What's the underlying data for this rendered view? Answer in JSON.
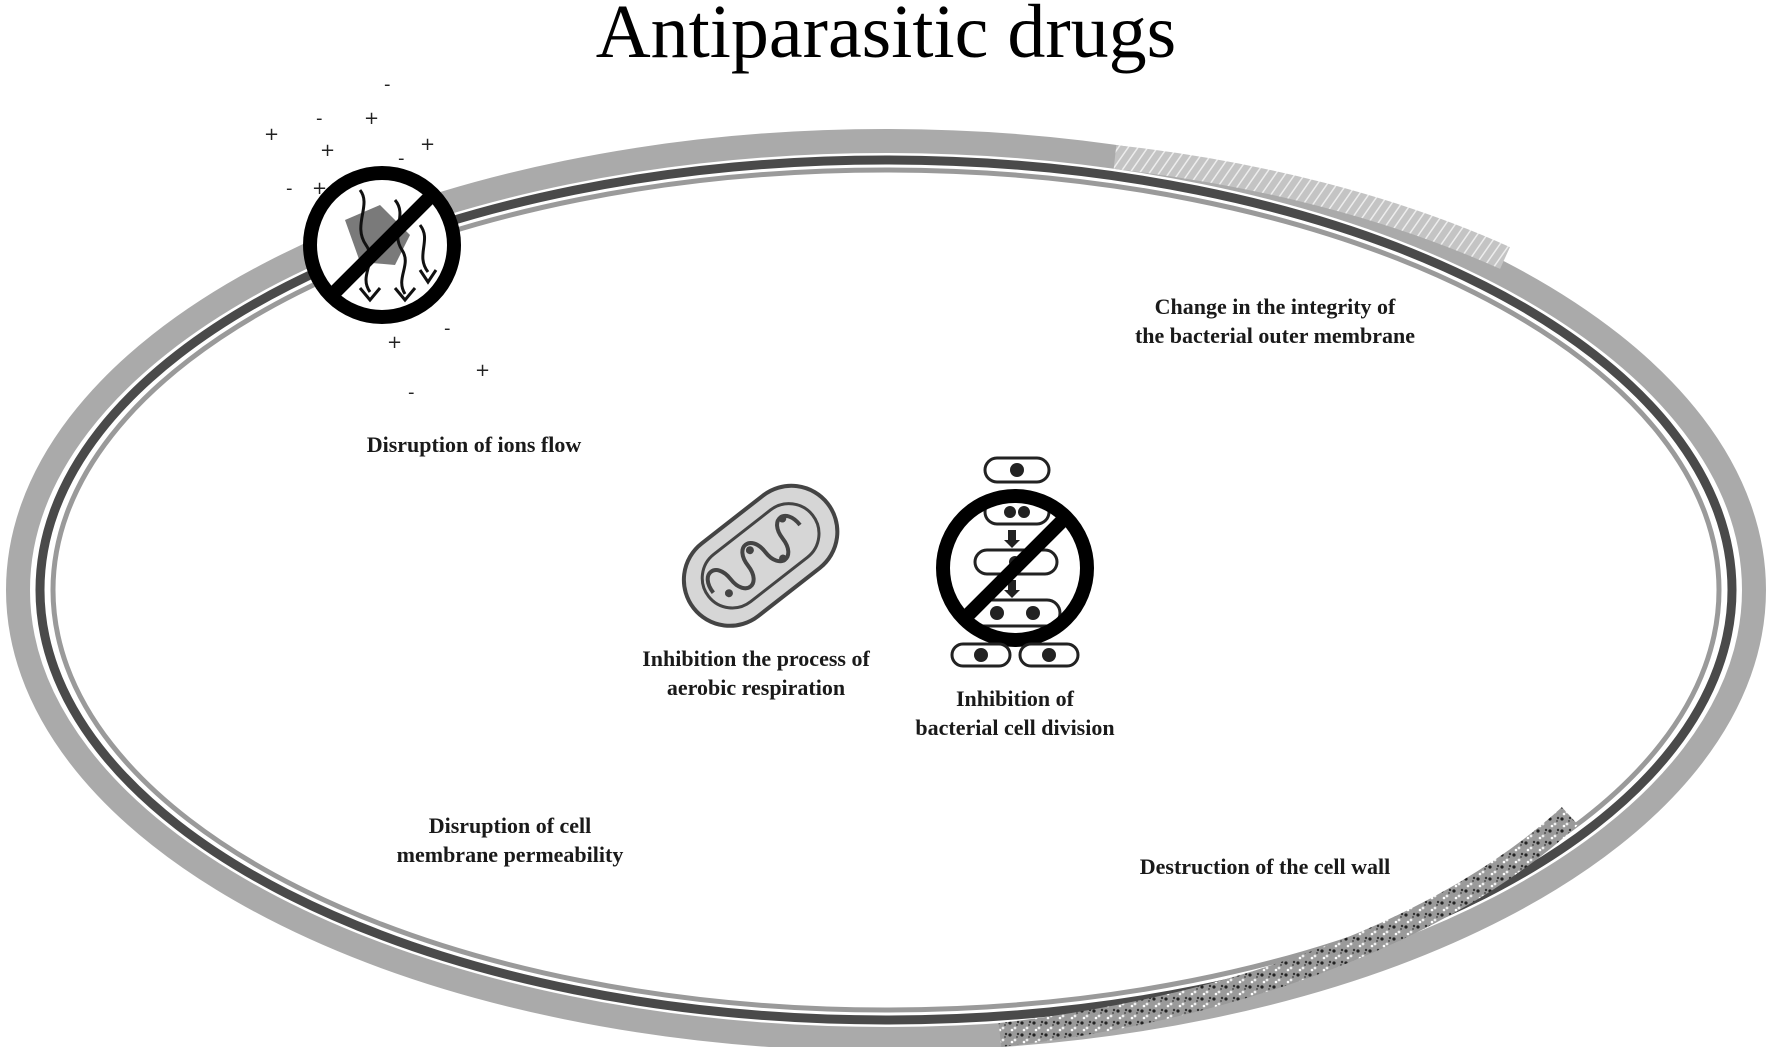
{
  "title": "Antiparasitic drugs",
  "labels": {
    "ions_flow": [
      "Disruption of ions flow"
    ],
    "outer_membrane": [
      "Change in the integrity of",
      "the bacterial outer membrane"
    ],
    "aerobic_respiration": [
      "Inhibition the process of",
      "aerobic respiration"
    ],
    "cell_division": [
      "Inhibition of",
      "bacterial cell division"
    ],
    "membrane_permeability": [
      "Disruption of cell",
      "membrane permeability"
    ],
    "cell_wall": [
      "Destruction of the cell wall"
    ]
  },
  "charges": [
    "-",
    "+",
    "-",
    "+",
    "+",
    "-",
    "+",
    "+",
    "-",
    "-",
    "+",
    "+",
    "-",
    "-",
    "+",
    "-"
  ],
  "colors": {
    "outer_wall": "#a9a9a9",
    "inner_membrane": "#4a4a4a",
    "prohibition_sign": "#000000",
    "icon_fill": "#d6d6d6"
  },
  "icons": [
    "prohibited-ion-channel-icon",
    "mitochondrion-icon",
    "prohibited-cell-division-icon"
  ]
}
